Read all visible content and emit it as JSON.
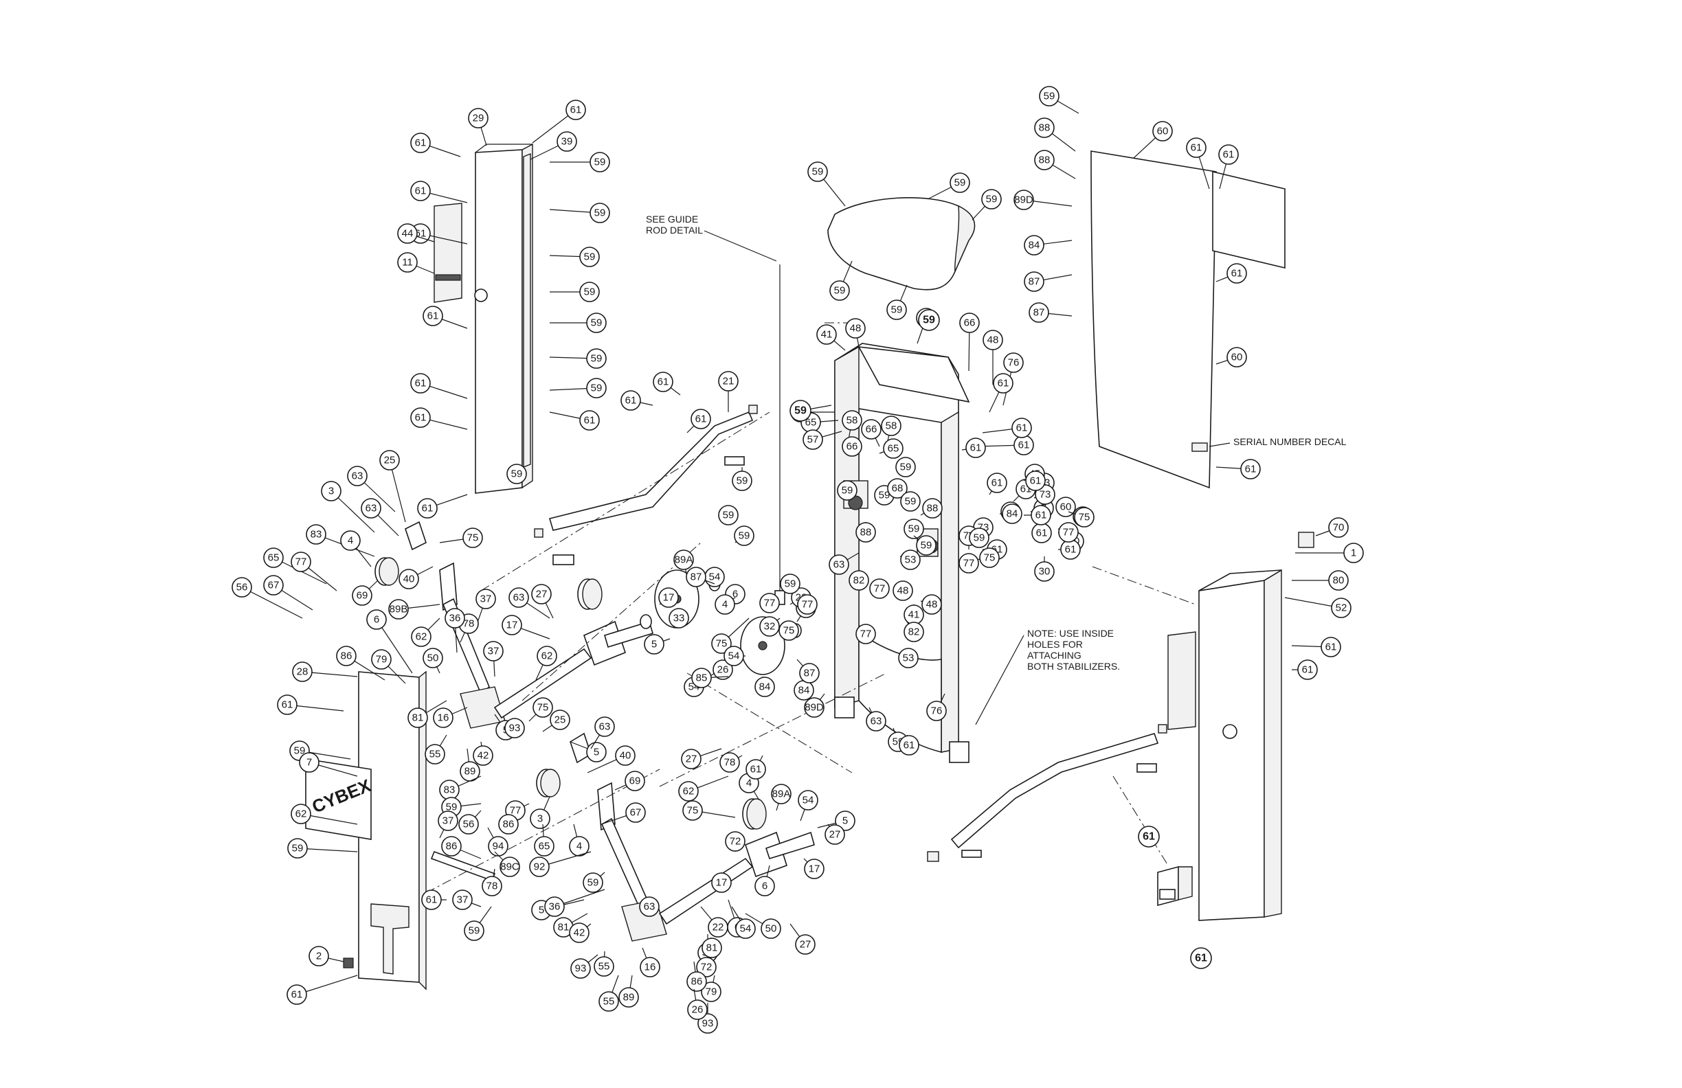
{
  "notes": {
    "guide_rod_line1": "SEE GUIDE",
    "guide_rod_line2": "ROD DETAIL",
    "serial_decal": "SERIAL NUMBER DECAL",
    "stabilizer_line1": "NOTE: USE INSIDE",
    "stabilizer_line2": "HOLES FOR",
    "stabilizer_line3": "ATTACHING",
    "stabilizer_line4": "BOTH STABILIZERS."
  },
  "decal": {
    "brand": "CYBEX"
  },
  "colors": {
    "line": "#1a1a1a",
    "background": "#ffffff",
    "shade": "#f1f1f1"
  },
  "callouts": [
    "61",
    "29",
    "61",
    "39",
    "61",
    "59",
    "61",
    "59",
    "44",
    "59",
    "11",
    "59",
    "61",
    "59",
    "59",
    "61",
    "59",
    "61",
    "61",
    "59",
    "61",
    "63",
    "25",
    "3",
    "63",
    "75",
    "83",
    "4",
    "65",
    "77",
    "40",
    "69",
    "56",
    "67",
    "89B",
    "62",
    "37",
    "78",
    "6",
    "36",
    "86",
    "79",
    "50",
    "63",
    "27",
    "17",
    "37",
    "28",
    "62",
    "16",
    "81",
    "5",
    "55",
    "42",
    "93",
    "61",
    "89",
    "75",
    "25",
    "5",
    "59",
    "7",
    "63",
    "83",
    "40",
    "59",
    "56",
    "77",
    "86",
    "3",
    "69",
    "94",
    "89C",
    "67",
    "65",
    "78",
    "4",
    "37",
    "62",
    "59",
    "92",
    "5",
    "36",
    "86",
    "37",
    "81",
    "61",
    "59",
    "42",
    "93",
    "55",
    "16",
    "89",
    "59",
    "2",
    "61",
    "55",
    "63",
    "27",
    "78",
    "62",
    "75",
    "72",
    "17",
    "4",
    "89A",
    "54",
    "6",
    "50",
    "27",
    "5",
    "17",
    "6",
    "50",
    "72",
    "79",
    "93",
    "81",
    "86",
    "26",
    "22",
    "54",
    "89A",
    "54",
    "17",
    "5",
    "6",
    "27",
    "75",
    "26",
    "54",
    "85",
    "32",
    "59",
    "22",
    "59",
    "75",
    "77",
    "77",
    "84",
    "89D",
    "84",
    "87",
    "87",
    "4",
    "54",
    "33",
    "61",
    "61",
    "61",
    "59",
    "21",
    "59",
    "59",
    "61",
    "59",
    "59",
    "59",
    "59",
    "59",
    "59",
    "41",
    "48",
    "66",
    "48",
    "76",
    "57",
    "58",
    "65",
    "57",
    "58",
    "58",
    "65",
    "66",
    "66",
    "59",
    "59",
    "59",
    "68",
    "59",
    "88",
    "88",
    "59",
    "59",
    "63",
    "53",
    "82",
    "77",
    "48",
    "41",
    "48",
    "76",
    "77",
    "82",
    "53",
    "63",
    "59",
    "61",
    "61",
    "61",
    "61",
    "61",
    "61",
    "61",
    "31",
    "73",
    "7",
    "73",
    "73",
    "73",
    "43",
    "60",
    "61",
    "30",
    "61",
    "61",
    "60",
    "45",
    "61",
    "84",
    "61",
    "59",
    "75",
    "77",
    "75",
    "77",
    "59",
    "88",
    "88",
    "89D",
    "84",
    "87",
    "87",
    "60",
    "61",
    "61",
    "61",
    "60",
    "61",
    "70",
    "1",
    "80",
    "52",
    "61",
    "61"
  ],
  "callouts_bold": [
    "59",
    "59",
    "61",
    "61"
  ]
}
